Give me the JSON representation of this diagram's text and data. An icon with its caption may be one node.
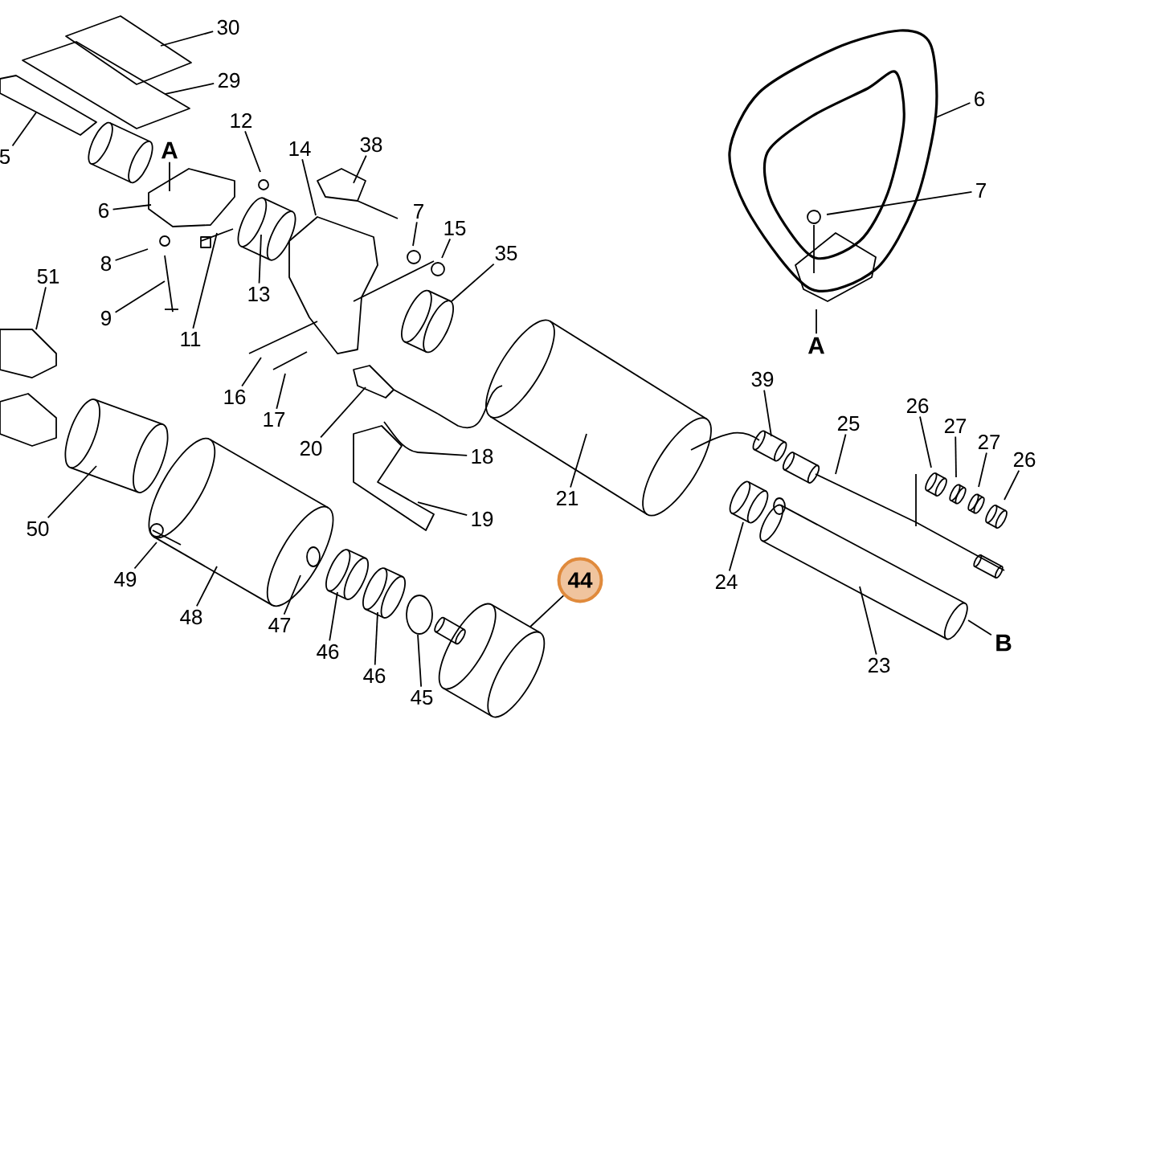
{
  "diagram": {
    "nodes": [
      {
        "text": [
          "30"
        ]
      },
      {
        "text": [
          "29"
        ]
      },
      {
        "text": [
          "6"
        ]
      },
      {
        "text": [
          "12"
        ]
      },
      {
        "text": [
          "38"
        ]
      },
      {
        "text": [
          "14"
        ]
      },
      {
        "text": [
          "A"
        ]
      },
      {
        "text": [
          "5"
        ]
      },
      {
        "text": [
          "7"
        ]
      },
      {
        "text": [
          "6"
        ]
      },
      {
        "text": [
          "7"
        ]
      },
      {
        "text": [
          "15"
        ]
      },
      {
        "text": [
          "35"
        ]
      },
      {
        "text": [
          "8"
        ]
      },
      {
        "text": [
          "51"
        ]
      },
      {
        "text": [
          "13"
        ]
      },
      {
        "text": [
          "9"
        ]
      },
      {
        "text": [
          "11"
        ]
      },
      {
        "text": [
          "A"
        ]
      },
      {
        "text": [
          "39"
        ]
      },
      {
        "text": [
          "16"
        ]
      },
      {
        "text": [
          "26"
        ]
      },
      {
        "text": [
          "17"
        ]
      },
      {
        "text": [
          "25"
        ]
      },
      {
        "text": [
          "27"
        ]
      },
      {
        "text": [
          "27"
        ]
      },
      {
        "text": [
          "20"
        ]
      },
      {
        "text": [
          "18"
        ]
      },
      {
        "text": [
          "26"
        ]
      },
      {
        "text": [
          "21"
        ]
      },
      {
        "text": [
          "19"
        ]
      },
      {
        "text": [
          "50"
        ]
      },
      {
        "text": [
          "49"
        ]
      },
      {
        "text": [
          "44"
        ]
      },
      {
        "text": [
          "24"
        ]
      },
      {
        "text": [
          "48"
        ]
      },
      {
        "text": [
          "47"
        ]
      },
      {
        "text": [
          "B"
        ]
      },
      {
        "text": [
          "46"
        ]
      },
      {
        "text": [
          "23"
        ]
      },
      {
        "text": [
          "46"
        ]
      },
      {
        "text": [
          "45"
        ]
      }
    ],
    "edges": [
      {
        "from": 0,
        "to": null,
        "arrow": "none"
      },
      {
        "from": 1,
        "to": null,
        "arrow": "none"
      },
      {
        "from": 2,
        "to": null,
        "arrow": "none"
      },
      {
        "from": 3,
        "to": null,
        "arrow": "none"
      },
      {
        "from": 4,
        "to": null,
        "arrow": "none"
      },
      {
        "from": 5,
        "to": null,
        "arrow": "none"
      },
      {
        "from": 6,
        "to": null,
        "arrow": "none"
      },
      {
        "from": 7,
        "to": null,
        "arrow": "none"
      },
      {
        "from": 8,
        "to": null,
        "arrow": "none"
      },
      {
        "from": 9,
        "to": null,
        "arrow": "none"
      },
      {
        "from": 10,
        "to": null,
        "arrow": "none"
      },
      {
        "from": 11,
        "to": null,
        "arrow": "none"
      },
      {
        "from": 12,
        "to": null,
        "arrow": "none"
      },
      {
        "from": 13,
        "to": null,
        "arrow": "none"
      },
      {
        "from": 14,
        "to": null,
        "arrow": "none"
      },
      {
        "from": 15,
        "to": null,
        "arrow": "none"
      },
      {
        "from": 16,
        "to": null,
        "arrow": "none"
      },
      {
        "from": 17,
        "to": null,
        "arrow": "none"
      },
      {
        "from": 18,
        "to": null,
        "arrow": "none"
      },
      {
        "from": 19,
        "to": null,
        "arrow": "none"
      },
      {
        "from": 20,
        "to": null,
        "arrow": "none"
      },
      {
        "from": 21,
        "to": null,
        "arrow": "none"
      },
      {
        "from": 22,
        "to": null,
        "arrow": "none"
      },
      {
        "from": 23,
        "to": null,
        "arrow": "none"
      },
      {
        "from": 24,
        "to": null,
        "arrow": "none"
      },
      {
        "from": 25,
        "to": null,
        "arrow": "none"
      },
      {
        "from": 26,
        "to": null,
        "arrow": "none"
      },
      {
        "from": 27,
        "to": null,
        "arrow": "none"
      },
      {
        "from": 28,
        "to": null,
        "arrow": "none"
      },
      {
        "from": 29,
        "to": null,
        "arrow": "none"
      },
      {
        "from": 30,
        "to": null,
        "arrow": "none"
      },
      {
        "from": 31,
        "to": null,
        "arrow": "none"
      },
      {
        "from": 32,
        "to": null,
        "arrow": "none"
      },
      {
        "from": 33,
        "to": null,
        "arrow": "none"
      },
      {
        "from": 34,
        "to": null,
        "arrow": "none"
      },
      {
        "from": 35,
        "to": null,
        "arrow": "none"
      },
      {
        "from": 36,
        "to": null,
        "arrow": "none"
      },
      {
        "from": 37,
        "to": null,
        "arrow": "none"
      },
      {
        "from": 38,
        "to": null,
        "arrow": "none"
      },
      {
        "from": 39,
        "to": null,
        "arrow": "none"
      },
      {
        "from": 40,
        "to": null,
        "arrow": "none"
      },
      {
        "from": 41,
        "to": null,
        "arrow": "none"
      }
    ]
  }
}
